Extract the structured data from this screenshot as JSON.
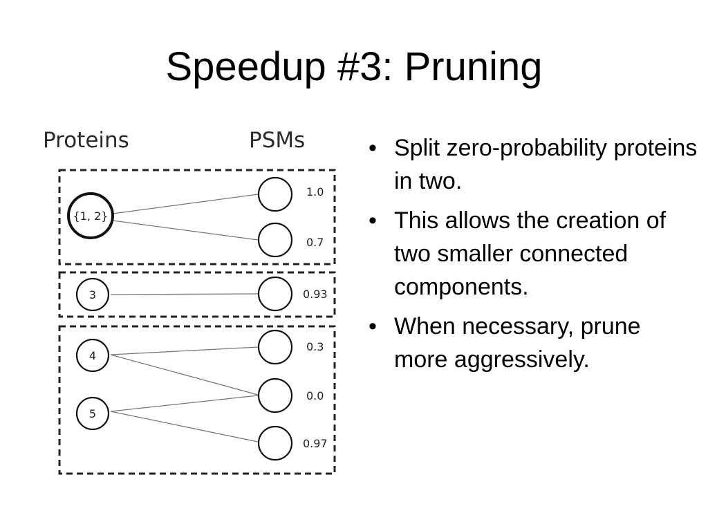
{
  "slide": {
    "title": "Speedup #3: Pruning"
  },
  "diagram": {
    "header_left": "Proteins",
    "header_right": "PSMs",
    "components": [
      {
        "proteins": [
          {
            "id": "p12",
            "label": "{1, 2}",
            "emphasized": true
          }
        ],
        "psms": [
          {
            "id": "s1",
            "label": "1.0"
          },
          {
            "id": "s2",
            "label": "0.7"
          }
        ],
        "edges": [
          [
            "p12",
            "s1"
          ],
          [
            "p12",
            "s2"
          ]
        ]
      },
      {
        "proteins": [
          {
            "id": "p3",
            "label": "3",
            "emphasized": false
          }
        ],
        "psms": [
          {
            "id": "s3",
            "label": "0.93"
          }
        ],
        "edges": [
          [
            "p3",
            "s3"
          ]
        ]
      },
      {
        "proteins": [
          {
            "id": "p4",
            "label": "4",
            "emphasized": false
          },
          {
            "id": "p5",
            "label": "5",
            "emphasized": false
          }
        ],
        "psms": [
          {
            "id": "s4",
            "label": "0.3"
          },
          {
            "id": "s5",
            "label": "0.0"
          },
          {
            "id": "s6",
            "label": "0.97"
          }
        ],
        "edges": [
          [
            "p4",
            "s4"
          ],
          [
            "p4",
            "s5"
          ],
          [
            "p5",
            "s5"
          ],
          [
            "p5",
            "s6"
          ]
        ]
      }
    ]
  },
  "bullets": [
    "Split zero-probability proteins in two.",
    "This allows the creation of two smaller connected components.",
    "When necessary, prune more aggressively."
  ]
}
